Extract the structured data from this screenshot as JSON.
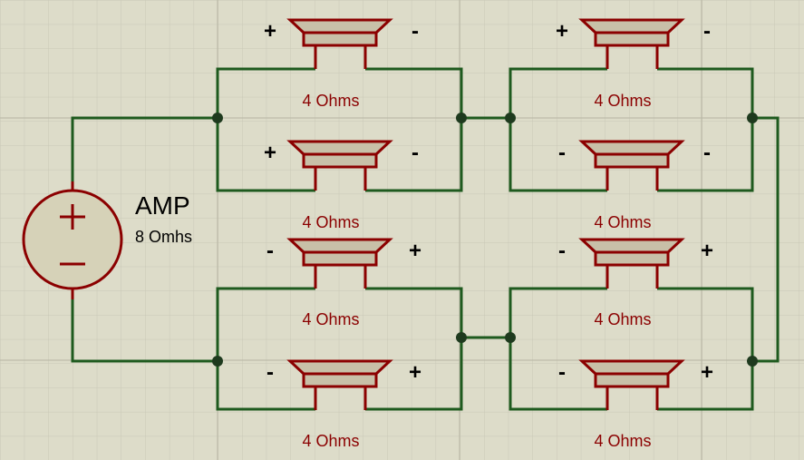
{
  "amp": {
    "title": "AMP",
    "impedance": "8 Omhs",
    "plus_symbol": "+",
    "minus_symbol": "−"
  },
  "speakers": [
    {
      "id": "top-left-1",
      "label": "4 Ohms",
      "left_sign": "+",
      "right_sign": "-"
    },
    {
      "id": "top-left-2",
      "label": "4 Ohms",
      "left_sign": "+",
      "right_sign": "-"
    },
    {
      "id": "top-right-1",
      "label": "4 Ohms",
      "left_sign": "+",
      "right_sign": "-"
    },
    {
      "id": "top-right-2",
      "label": "4 Ohms",
      "left_sign": "-",
      "right_sign": "-"
    },
    {
      "id": "bottom-left-1",
      "label": "4 Ohms",
      "left_sign": "-",
      "right_sign": "+"
    },
    {
      "id": "bottom-left-2",
      "label": "4 Ohms",
      "left_sign": "-",
      "right_sign": "+"
    },
    {
      "id": "bottom-right-1",
      "label": "4 Ohms",
      "left_sign": "-",
      "right_sign": "+"
    },
    {
      "id": "bottom-right-2",
      "label": "4 Ohms",
      "left_sign": "-",
      "right_sign": "+"
    }
  ],
  "colors": {
    "background": "#dddcc9",
    "grid_minor": "#c9c8b6",
    "grid_major": "#bdbcaa",
    "wire": "#1e5a1e",
    "component": "#8b0000",
    "speaker_fill": "#c8c0a8",
    "amp_fill": "#d6d2b8"
  }
}
